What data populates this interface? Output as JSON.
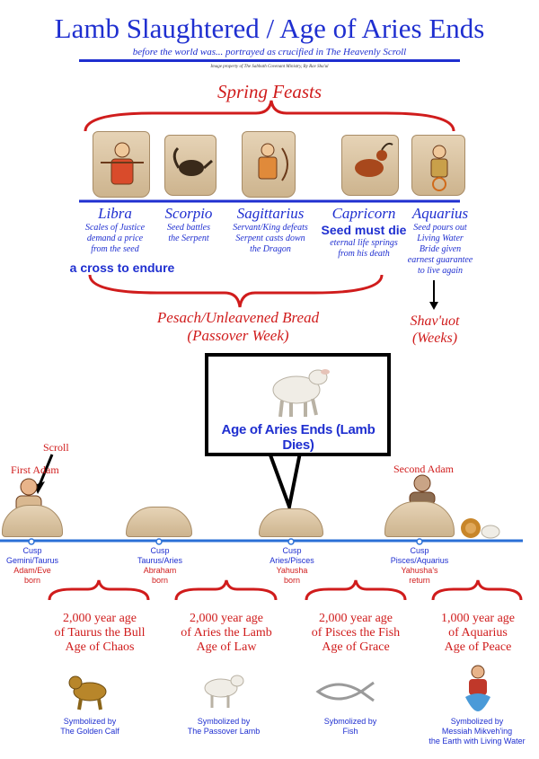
{
  "header": {
    "title": "Lamb Slaughtered / Age of Aries Ends",
    "subtitle": "before the world was... portrayed as crucified in The Heavenly Scroll",
    "credit": "Image property of The Sabbath Covenant Ministry, By Rav Sha'ul"
  },
  "spring_feasts": {
    "label": "Spring Feasts"
  },
  "signs": [
    {
      "name": "Libra",
      "desc": [
        "Scales of Justice",
        "demand a price",
        "from the seed"
      ]
    },
    {
      "name": "Scorpio",
      "desc": [
        "Seed battles",
        "the Serpent"
      ]
    },
    {
      "name": "Sagittarius",
      "desc": [
        "Servant/King defeats",
        "Serpent casts down",
        "the Dragon"
      ]
    },
    {
      "name": "Capricorn",
      "emphasis": "Seed must die",
      "desc": [
        "eternal life springs",
        "from his death"
      ]
    },
    {
      "name": "Aquarius",
      "desc": [
        "Seed pours out",
        "Living Water",
        "Bride given",
        "earnest guarantee",
        "to live again"
      ]
    }
  ],
  "cross_note": "a cross to endure",
  "pesach": {
    "line1": "Pesach/Unleavened Bread",
    "line2": "(Passover Week)"
  },
  "shavuot": {
    "line1": "Shav'uot",
    "line2": "(Weeks)"
  },
  "callout": {
    "caption": "Age of Aries Ends (Lamb Dies)"
  },
  "figures": {
    "scroll": "Scroll",
    "first_adam": "First Adam",
    "second_adam": "Second Adam"
  },
  "cusps": [
    {
      "l1": "Cusp",
      "l2": "Gemini/Taurus",
      "l3": "Adam/Eve",
      "l4": "born"
    },
    {
      "l1": "Cusp",
      "l2": "Taurus/Aries",
      "l3": "Abraham",
      "l4": "born"
    },
    {
      "l1": "Cusp",
      "l2": "Aries/Pisces",
      "l3": "Yahusha",
      "l4": "born"
    },
    {
      "l1": "Cusp",
      "l2": "Pisces/Aquarius",
      "l3": "Yahusha's",
      "l4": "return"
    }
  ],
  "ages": [
    {
      "l1": "2,000 year age",
      "l2": "of Taurus the Bull",
      "l3": "Age of Chaos",
      "s1": "Symbolized by",
      "s2": "The Golden Calf"
    },
    {
      "l1": "2,000 year age",
      "l2": "of Aries the Lamb",
      "l3": "Age of Law",
      "s1": "Symbolized by",
      "s2": "The Passover Lamb"
    },
    {
      "l1": "2,000 year age",
      "l2": "of Pisces the Fish",
      "l3": "Age of Grace",
      "s1": "Sybmolized by",
      "s2": "Fish"
    },
    {
      "l1": "1,000 year age",
      "l2": "of Aquarius",
      "l3": "Age of Peace",
      "s1": "Symbolized by",
      "s2": "Messiah Mikveh'ing",
      "s3": "the Earth with Living Water"
    }
  ],
  "colors": {
    "blue": "#1f2fd0",
    "red": "#d01c1c",
    "timeline": "#2a6fd6"
  }
}
